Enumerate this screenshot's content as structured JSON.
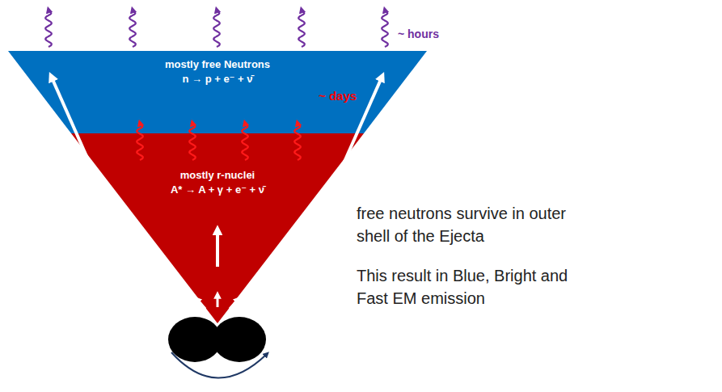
{
  "diagram": {
    "nodes": [
      {
        "text": [
          "mostly free Neutrons",
          "n → p + e⁻ + ν̄"
        ]
      },
      {
        "text": [
          "mostly r-nuclei",
          "A* → A + γ + e⁻ + ν̄"
        ]
      }
    ],
    "labels": [
      "~ hours",
      "~ days",
      "free neutrons survive in outer shell of the Ejecta",
      "This result in Blue, Bright and Fast EM emission"
    ]
  }
}
